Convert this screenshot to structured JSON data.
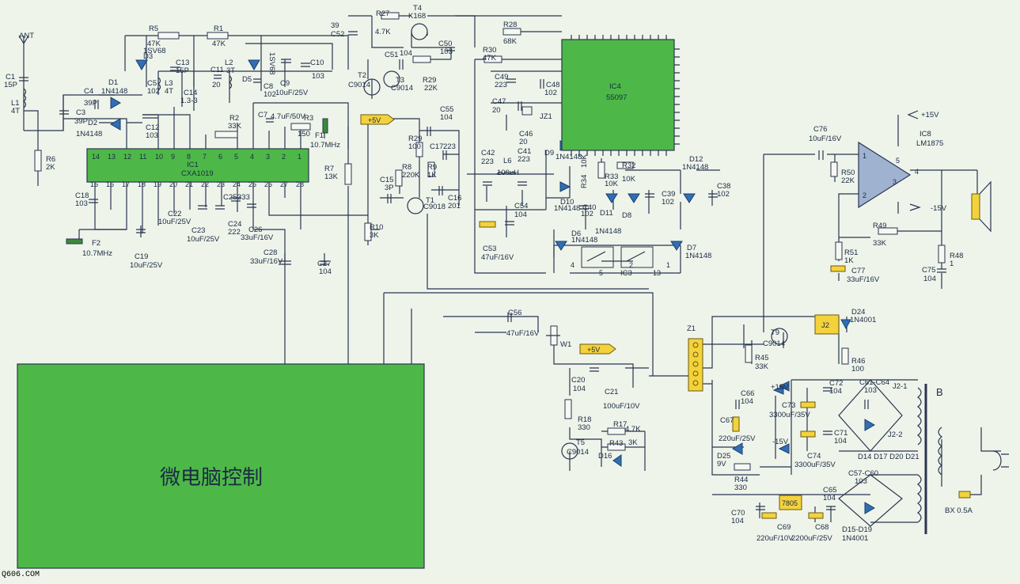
{
  "chips": {
    "ic1_label": "IC1",
    "ic1_part": "CXA1019",
    "ic1_top_pins": [
      "14",
      "13",
      "12",
      "11",
      "10",
      "9",
      "8",
      "7",
      "6",
      "5",
      "4",
      "3",
      "2",
      "1"
    ],
    "ic1_bottom_pins": [
      "15",
      "16",
      "17",
      "18",
      "19",
      "20",
      "21",
      "22",
      "23",
      "24",
      "25",
      "26",
      "27",
      "28"
    ],
    "ic4_label": "IC4",
    "ic4_part": "55097",
    "ic8_label": "IC8",
    "ic8_part": "LM1875",
    "op_pins": {
      "p1": "1",
      "p2": "2",
      "p3": "3",
      "p4": "4",
      "p5": "5"
    },
    "ic3_label": "IC3",
    "ic3_pins": [
      "4",
      "5",
      "2",
      "13",
      "1"
    ],
    "mcu_label": "微电脑控制",
    "ic7_part": "7805"
  },
  "labels": {
    "ant": "ANT",
    "c1": "C1",
    "c1v": "15P",
    "l1": "L1",
    "l1v": "4T",
    "c3": "C3",
    "c3v": "39P",
    "c4": "C4",
    "c4v": "39P",
    "d1": "D1",
    "d1v": "1N4148",
    "d2": "D2",
    "d2v": "1N4148",
    "r6": "R6",
    "r6v": "2K",
    "r5": "R5",
    "r5v": "47K",
    "d3": "D3",
    "d3v": "1SV68",
    "c5": "C5",
    "c5v": "102",
    "l3": "L3",
    "l3v": "4T",
    "c13": "C13",
    "c13v": "15P",
    "c14": "C14",
    "c14v": "1.3-3",
    "c11": "C11",
    "c11v": "20",
    "l2": "L2",
    "l2v": "3T",
    "r1": "R1",
    "r1v": "47K",
    "d5": "D5",
    "d5v": "1SV68",
    "c8": "C8",
    "c8v": "102",
    "c9": "C9",
    "c9v": "10uF/25V",
    "c10": "C10",
    "c10v": "103",
    "c12": "C12",
    "c12v": "103",
    "r2": "R2",
    "r2v": "33K",
    "c7": "C7",
    "c7v": "4.7uF/50V",
    "r3": "R3",
    "r3v": "150",
    "f1": "F1",
    "f1v": "10.7MHz",
    "c18": "C18",
    "c18v": "103",
    "f2": "F2",
    "f2v": "10.7MHz",
    "c19": "C19",
    "c19v": "10uF/25V",
    "c22": "C22",
    "c22v": "10uF/25V",
    "c23": "C23",
    "c23v": "10uF/25V",
    "c24": "C24",
    "c24v": "222",
    "c25": "C25",
    "c25v": "333",
    "c26": "C26",
    "c26v": "33uF/16V",
    "c28": "C28",
    "c28v": "33uF/16V",
    "c27": "C27",
    "c27v": "104",
    "r7": "R7",
    "r7v": "13K",
    "r10": "R10",
    "r10v": "3K",
    "c52": "C52",
    "c52v": "39",
    "r27": "R27",
    "r27v": "4.7K",
    "t4": "T4",
    "t4v": "K168",
    "c51": "C51",
    "c51v": "104",
    "c50": "C50",
    "c50v": "103",
    "t2": "T2",
    "t2v": "C9014",
    "t3": "T3",
    "t3v": "C9014",
    "r29b": "R29",
    "r29bv": "22K",
    "r28": "R28",
    "r28v": "68K",
    "r30": "R30",
    "r30v": "47K",
    "c49": "C49",
    "c49v": "223",
    "c48": "C48",
    "c48v": "102",
    "c47": "C47",
    "c47v": "20",
    "c46": "C46",
    "c46v": "20",
    "jz1": "JZ1",
    "plus5": "+5V",
    "c55": "C55",
    "c55v": "104",
    "r29": "R29",
    "r29v": "100",
    "c17": "C17",
    "c17v": "223",
    "r8": "R8",
    "r8v": "220K",
    "r9": "R9",
    "r9v": "1K",
    "c15": "C15",
    "c15v": "3P",
    "t1": "T1",
    "t1v": "C9018",
    "c16": "C16",
    "c16v": "201",
    "c42": "C42",
    "c42v": "223",
    "l6": "L6",
    "l6v": "100uH",
    "c41": "C41",
    "c41v": "223",
    "c54": "C54",
    "c54v": "104",
    "c53": "C53",
    "c53v": "47uF/16V",
    "d9": "D9",
    "d9v": "1N4148",
    "d10": "D10",
    "d10v": "1N4148",
    "r34": "R34",
    "r34v": "10K",
    "c40": "C40",
    "c40v": "102",
    "r33": "R33",
    "r33v": "10K",
    "r32": "R32",
    "r32v": "10K",
    "d11": "D11",
    "d8": "D8",
    "d8v": "1N4148",
    "c39": "C39",
    "c39v": "102",
    "d12": "D12",
    "d12v": "1N4148",
    "c38": "C38",
    "c38v": "102",
    "d6": "D6",
    "d6v": "1N4148",
    "d7": "D7",
    "d7v": "1N4148",
    "c76": "C76",
    "c76v": "10uF/16V",
    "r50": "R50",
    "r50v": "22K",
    "plus15": "+15V",
    "minus15": "-15V",
    "r49": "R49",
    "r49v": "33K",
    "r51": "R51",
    "r51v": "1K",
    "c77": "C77",
    "c77v": "33uF/16V",
    "r48": "R48",
    "r48v": "1",
    "c75": "C75",
    "c75v": "104",
    "c56": "C56",
    "c56v": "47uF/16V",
    "w1": "W1",
    "z1": "Z1",
    "plus5b": "+5V",
    "c20": "C20",
    "c20v": "104",
    "c21": "C21",
    "c21v": "100uF/10V",
    "r18": "R18",
    "r18v": "330",
    "r17": "R17",
    "r17v": "4.7K",
    "r43": "R43",
    "r43v": "3K",
    "t5": "T5",
    "t5v": "C9014",
    "d16": "D16",
    "t9": "T9",
    "t9v": "C9014",
    "r45": "R45",
    "r45v": "33K",
    "j2": "J2",
    "d24": "D24",
    "d24v": "1N4001",
    "r46": "R46",
    "r46v": "100",
    "c66": "C66",
    "c66v": "104",
    "c67": "C67",
    "c67v": "220uF/25V",
    "d25": "D25",
    "d25v": "9V",
    "r44": "R44",
    "r44v": "330",
    "c73": "C73",
    "c73v": "3300uF/35V",
    "c72": "C72",
    "c72v": "104",
    "c71": "C71",
    "c71v": "104",
    "c74": "C74",
    "c74v": "3300uF/35V",
    "plus15b": "+15V",
    "minus15b": "-15V",
    "c61": "C61-C64",
    "c61v": "103",
    "j21": "J2-1",
    "j22": "J2-2",
    "d14": "D14 D17 D20 D21",
    "b": "B",
    "c70": "C70",
    "c70v": "104",
    "c69": "C69",
    "c69v": "220uF/10V",
    "c68": "C68",
    "c68v": "2200uF/25V",
    "c65": "C65",
    "c65v": "104",
    "c57": "C57-C60",
    "c57v": "103",
    "d15": "D15-D19",
    "d15v": "1N4001",
    "bx": "BX 0.5A"
  },
  "watermark": "Q606.COM"
}
